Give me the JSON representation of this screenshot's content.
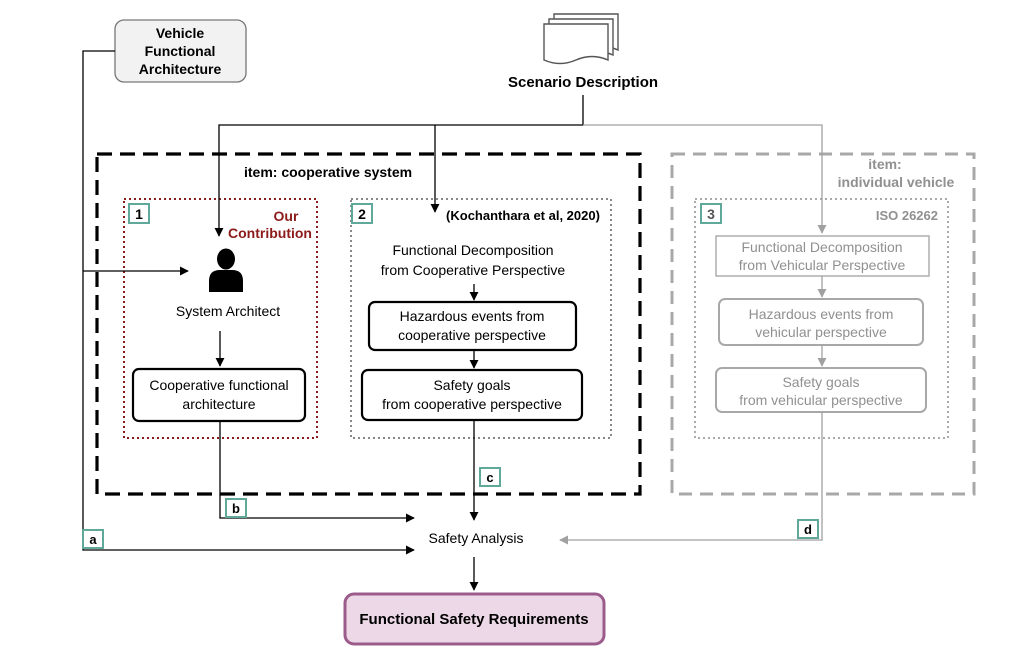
{
  "inputs": {
    "vehicle_arch": [
      "Vehicle",
      "Functional",
      "Architecture"
    ],
    "scenario": "Scenario Description"
  },
  "cooperative": {
    "item_label": "item:  cooperative system",
    "box1": {
      "num": "1",
      "contribution": [
        "Our",
        "Contribution"
      ],
      "architect": "System Architect",
      "coop_arch": [
        "Cooperative functional",
        "architecture"
      ]
    },
    "box2": {
      "num": "2",
      "citation": "(Kochanthara et al, 2020)",
      "decomp": [
        "Functional Decomposition",
        "from Cooperative Perspective"
      ],
      "hazard": [
        "Hazardous events from",
        "cooperative perspective"
      ],
      "goals": [
        "Safety goals",
        "from cooperative perspective"
      ]
    }
  },
  "individual": {
    "item_label": [
      "item:",
      "individual vehicle"
    ],
    "box3": {
      "num": "3",
      "standard": "ISO 26262",
      "decomp": [
        "Functional Decomposition",
        "from Vehicular Perspective"
      ],
      "hazard": [
        "Hazardous events from",
        "vehicular perspective"
      ],
      "goals": [
        "Safety goals",
        "from vehicular perspective"
      ]
    }
  },
  "arrow_labels": {
    "a": "a",
    "b": "b",
    "c": "c",
    "d": "d"
  },
  "safety_analysis": "Safety Analysis",
  "fsr": "Functional Safety Requirements",
  "colors": {
    "teal": "#5fa89a",
    "darkred": "#8b1a1a",
    "gray": "#a0a0a0",
    "fsr_fill": "#ecd8e6",
    "fsr_border": "#9b5c8c"
  }
}
